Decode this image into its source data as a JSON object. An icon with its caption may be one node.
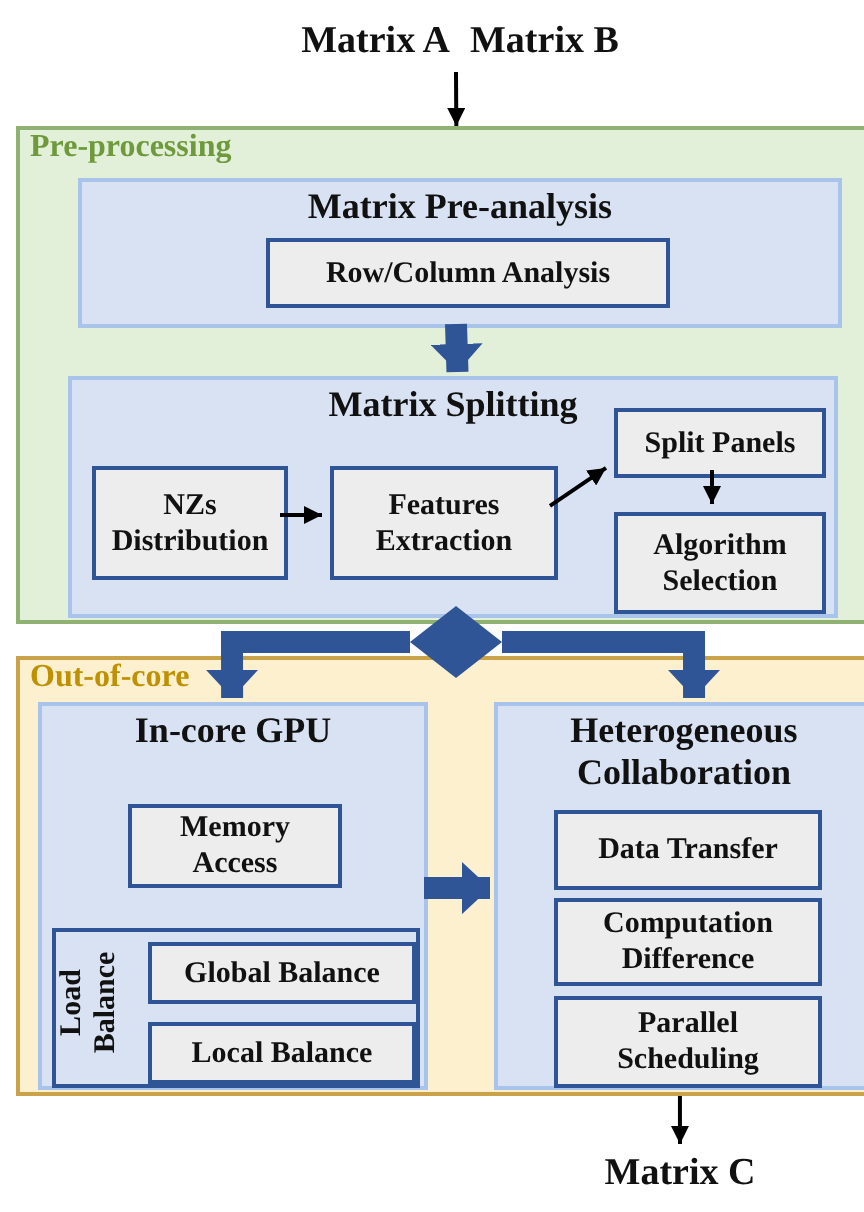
{
  "diagram": {
    "nodes": [
      {
        "text": [
          "Matrix A",
          "Matrix B"
        ]
      },
      {
        "text": [
          "Pre-processing"
        ]
      },
      {
        "text": [
          "Matrix Pre-analysis"
        ],
        "in": 1
      },
      {
        "text": [
          "Row/Column Analysis"
        ],
        "in": 2
      },
      {
        "text": [
          "Matrix Splitting"
        ],
        "in": 1
      },
      {
        "text": [
          "NZs Distribution"
        ],
        "in": 4
      },
      {
        "text": [
          "Features Extraction"
        ],
        "in": 4
      },
      {
        "text": [
          "Split Panels"
        ],
        "in": 4
      },
      {
        "text": [
          "Algorithm Selection"
        ],
        "in": 4
      },
      {
        "text": [],
        "shape": "diamond"
      },
      {
        "text": [
          "Out-of-core"
        ]
      },
      {
        "text": [
          "In-core GPU"
        ],
        "in": 10
      },
      {
        "text": [
          "Memory Access"
        ],
        "in": 11
      },
      {
        "text": [
          "Load Balance"
        ],
        "in": 11
      },
      {
        "text": [
          "Global Balance"
        ],
        "in": 13
      },
      {
        "text": [
          "Local Balance"
        ],
        "in": 13
      },
      {
        "text": [
          "Heterogeneous Collaboration"
        ],
        "in": 10
      },
      {
        "text": [
          "Data Transfer"
        ],
        "in": 16
      },
      {
        "text": [
          "Computation Difference"
        ],
        "in": 16
      },
      {
        "text": [
          "Parallel Scheduling"
        ],
        "in": 16
      },
      {
        "text": [
          "Matrix C"
        ]
      }
    ],
    "edges": [
      {
        "from": 0,
        "to": 1,
        "arrow": "to"
      },
      {
        "from": 2,
        "to": 4,
        "arrow": "to",
        "style": "thick",
        "color": "#2f5597"
      },
      {
        "from": 5,
        "to": 6,
        "arrow": "to"
      },
      {
        "from": 6,
        "to": 7,
        "arrow": "to"
      },
      {
        "from": 7,
        "to": 8,
        "arrow": "to"
      },
      {
        "from": 9,
        "to": 11,
        "arrow": "to",
        "style": "thick",
        "color": "#2f5597"
      },
      {
        "from": 9,
        "to": 16,
        "arrow": "to",
        "style": "thick",
        "color": "#2f5597"
      },
      {
        "from": 11,
        "to": 16,
        "arrow": "to",
        "style": "thick",
        "color": "#2f5597"
      },
      {
        "from": 10,
        "to": 20,
        "arrow": "to"
      }
    ]
  }
}
